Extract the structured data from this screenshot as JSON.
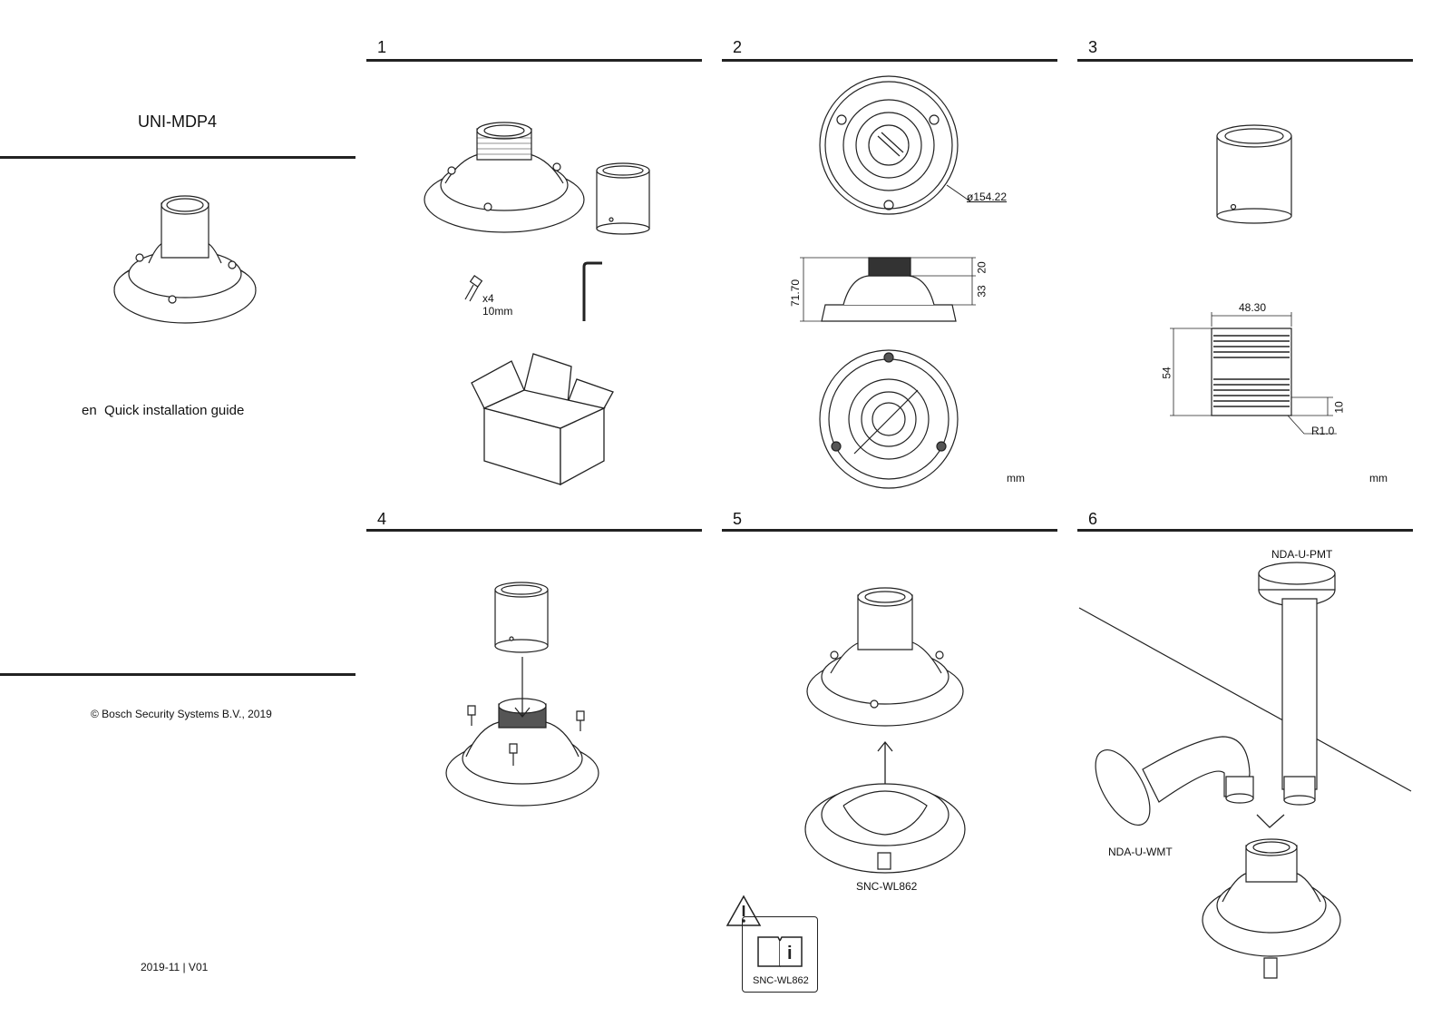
{
  "cover": {
    "product": "UNI-MDP4",
    "lang_code": "en",
    "guide_title": "Quick installation guide",
    "copyright": "© Bosch Security Systems B.V., 2019",
    "version": "2019-11 | V01"
  },
  "steps": [
    {
      "num": "1",
      "qty": "x4",
      "screw_len": "10mm"
    },
    {
      "num": "2",
      "diameter": "ø154.22",
      "height_total": "71.70",
      "height_top": "20",
      "height_base": "33",
      "unit": "mm"
    },
    {
      "num": "3",
      "width": "48.30",
      "height": "54",
      "thread_h": "10",
      "radius": "R1.0",
      "unit": "mm"
    },
    {
      "num": "4"
    },
    {
      "num": "5",
      "accessory": "SNC-WL862",
      "info_label": "SNC-WL862"
    },
    {
      "num": "6",
      "pendant": "NDA-U-PMT",
      "wall": "NDA-U-WMT"
    }
  ]
}
